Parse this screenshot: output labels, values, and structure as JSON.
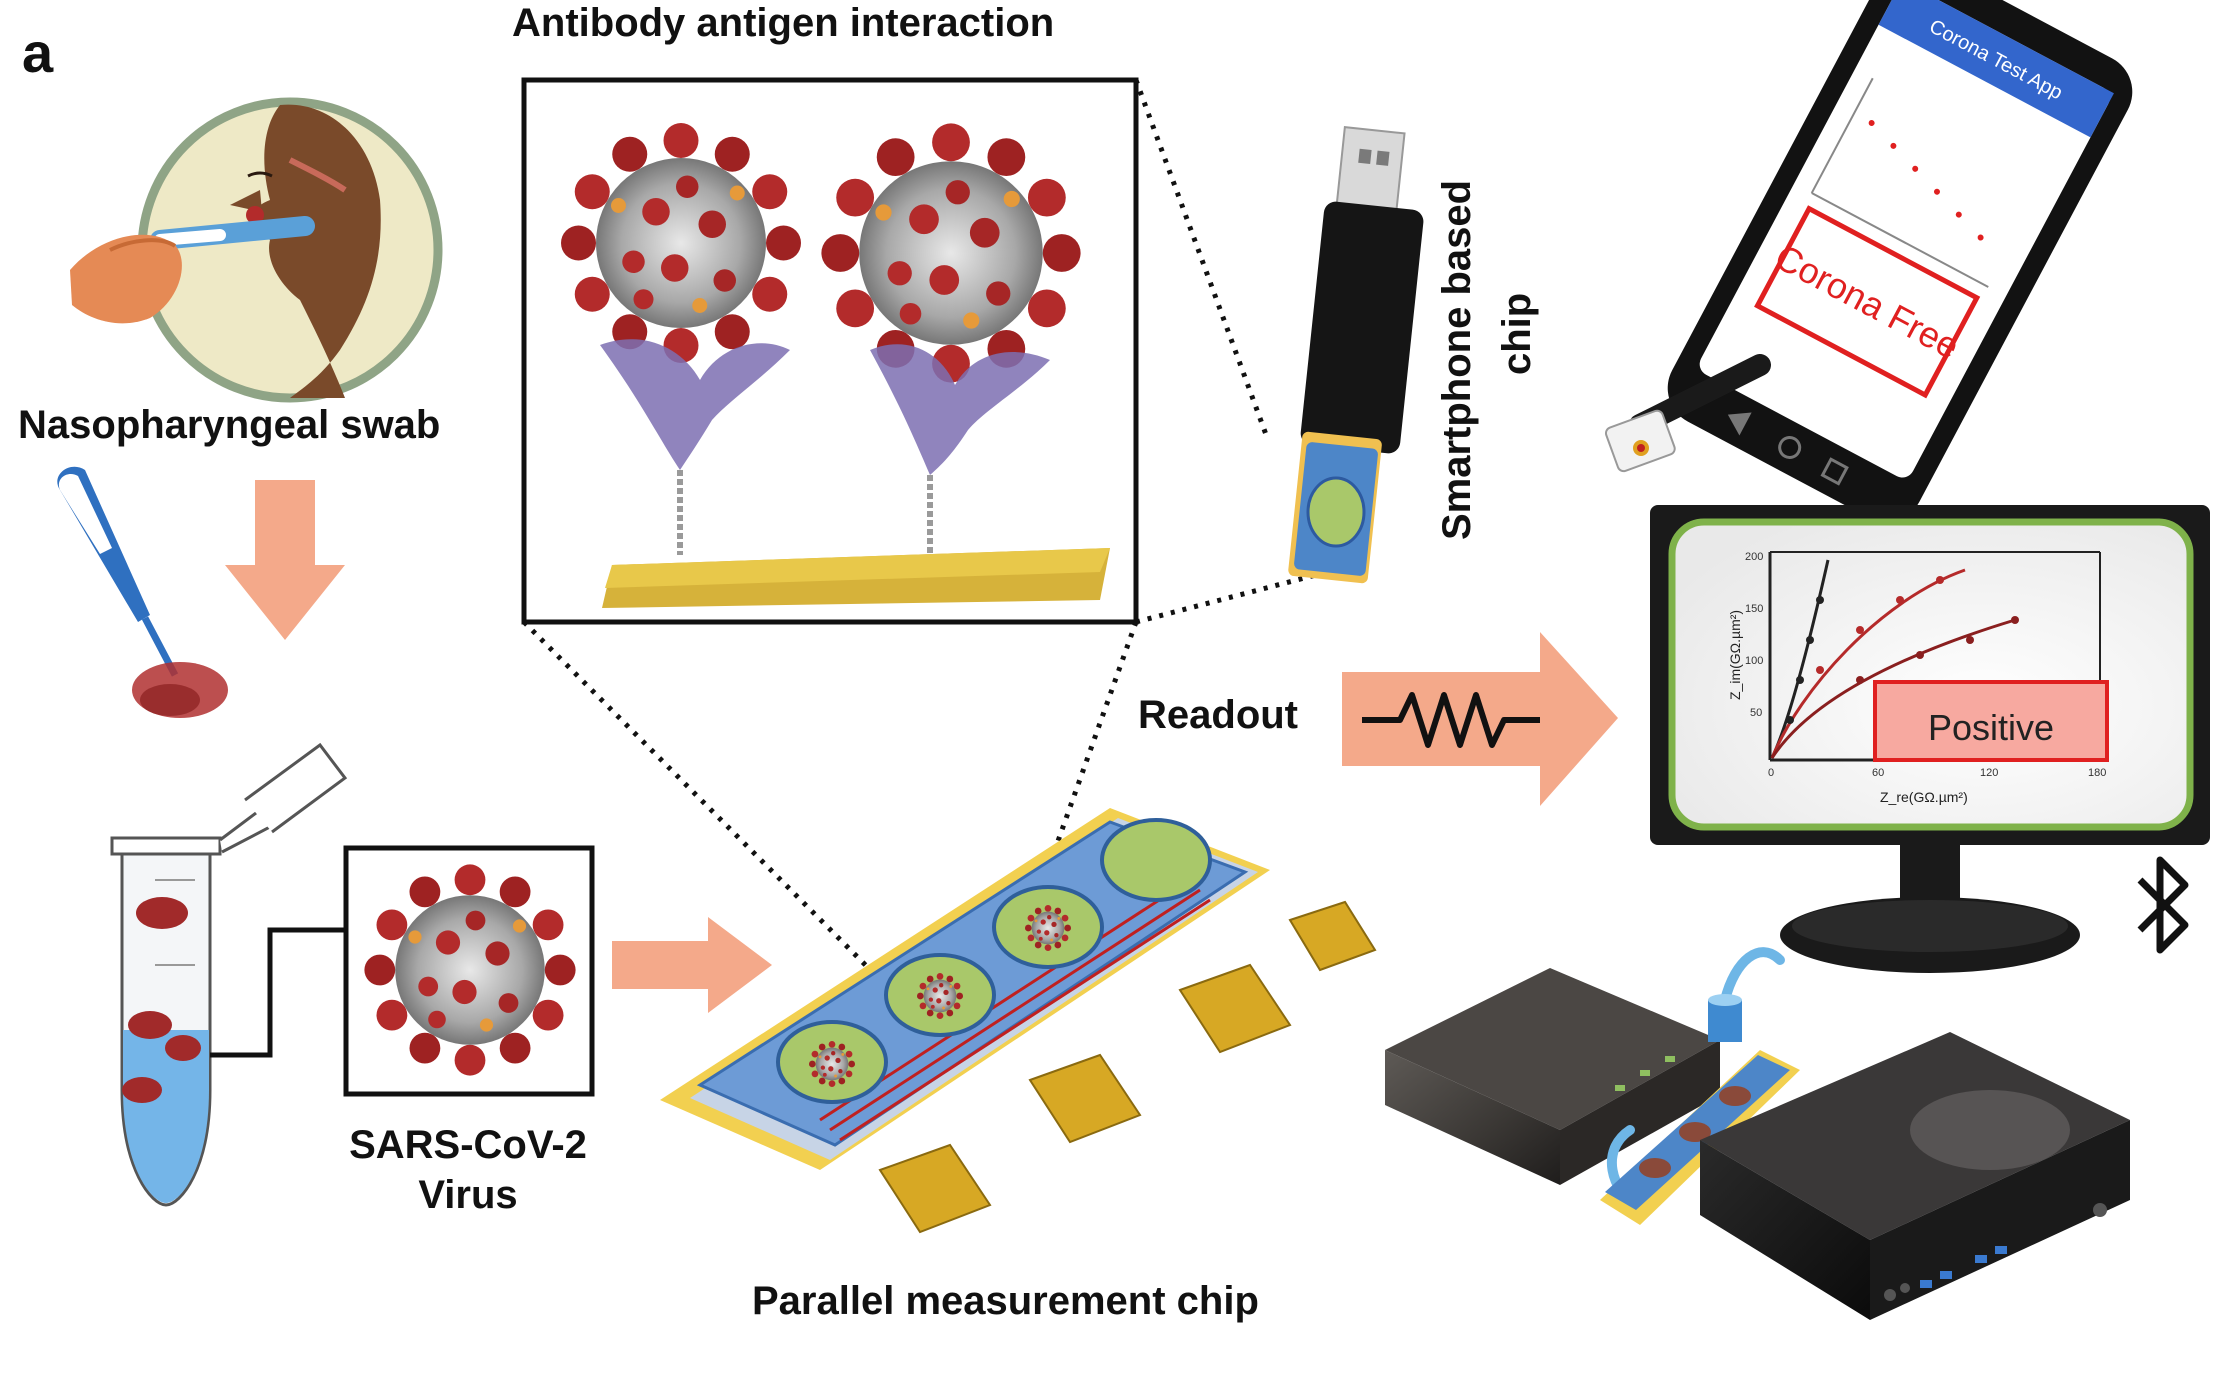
{
  "panel_letter": "a",
  "labels": {
    "antibody_antigen": "Antibody antigen interaction",
    "nasopharyngeal": "Nasopharyngeal swab",
    "smartphone_chip_line1": "Smartphone based",
    "smartphone_chip_line2": "chip",
    "readout": "Readout",
    "virus_line1": "SARS-CoV-2",
    "virus_line2": "Virus",
    "parallel_chip": "Parallel measurement chip"
  },
  "phone": {
    "app_title": "Corona Test App",
    "result": "Corona Free"
  },
  "monitor": {
    "result": "Positive",
    "y_axis_label": "Z_im(GΩ.µm²)",
    "x_axis_label": "Z_re(GΩ.µm²)",
    "y_ticks": [
      "200",
      "150",
      "100",
      "50"
    ],
    "x_ticks": [
      "0",
      "60",
      "120",
      "180"
    ]
  },
  "colors": {
    "arrow": "#f4a98a",
    "virus_red": "#b32b2b",
    "chip_blue": "#6d9bd6",
    "chip_gold": "#d7a824",
    "well_green": "#a9c86a",
    "monitor_green": "#7fb24a",
    "phone_blue": "#3366cc",
    "result_red": "#e02020"
  },
  "icons": [
    "bluetooth-icon",
    "resistor-icon",
    "virus-icon"
  ]
}
